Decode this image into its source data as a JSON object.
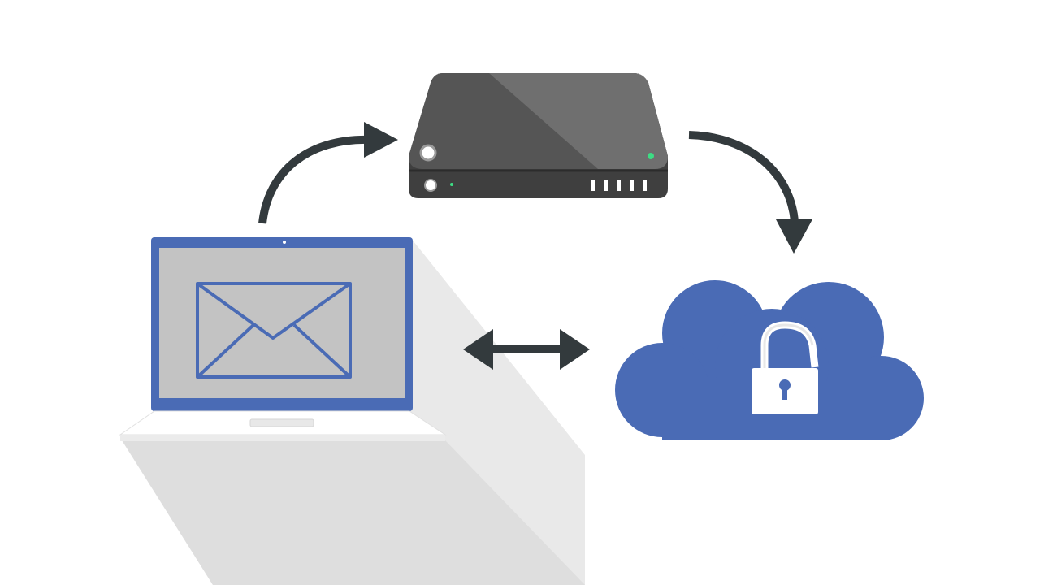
{
  "diagram": {
    "nodes": [
      {
        "id": "laptop",
        "icon": "laptop-with-email-icon"
      },
      {
        "id": "server",
        "icon": "server-box-icon"
      },
      {
        "id": "cloud",
        "icon": "cloud-unlocked-icon"
      }
    ],
    "edges": [
      {
        "from": "laptop",
        "to": "server",
        "direction": "one-way"
      },
      {
        "from": "server",
        "to": "cloud",
        "direction": "one-way"
      },
      {
        "from": "laptop",
        "to": "cloud",
        "direction": "two-way"
      }
    ]
  },
  "colors": {
    "background": "#ffffff",
    "accent_blue": "#4a6bb5",
    "screen_gray": "#c3c3c3",
    "server_dark": "#3f3f3f",
    "server_top": "#5c5c5c",
    "arrow_dark": "#333a3d",
    "status_led": "#3ddc84",
    "shadow": "#e6e6e6"
  }
}
